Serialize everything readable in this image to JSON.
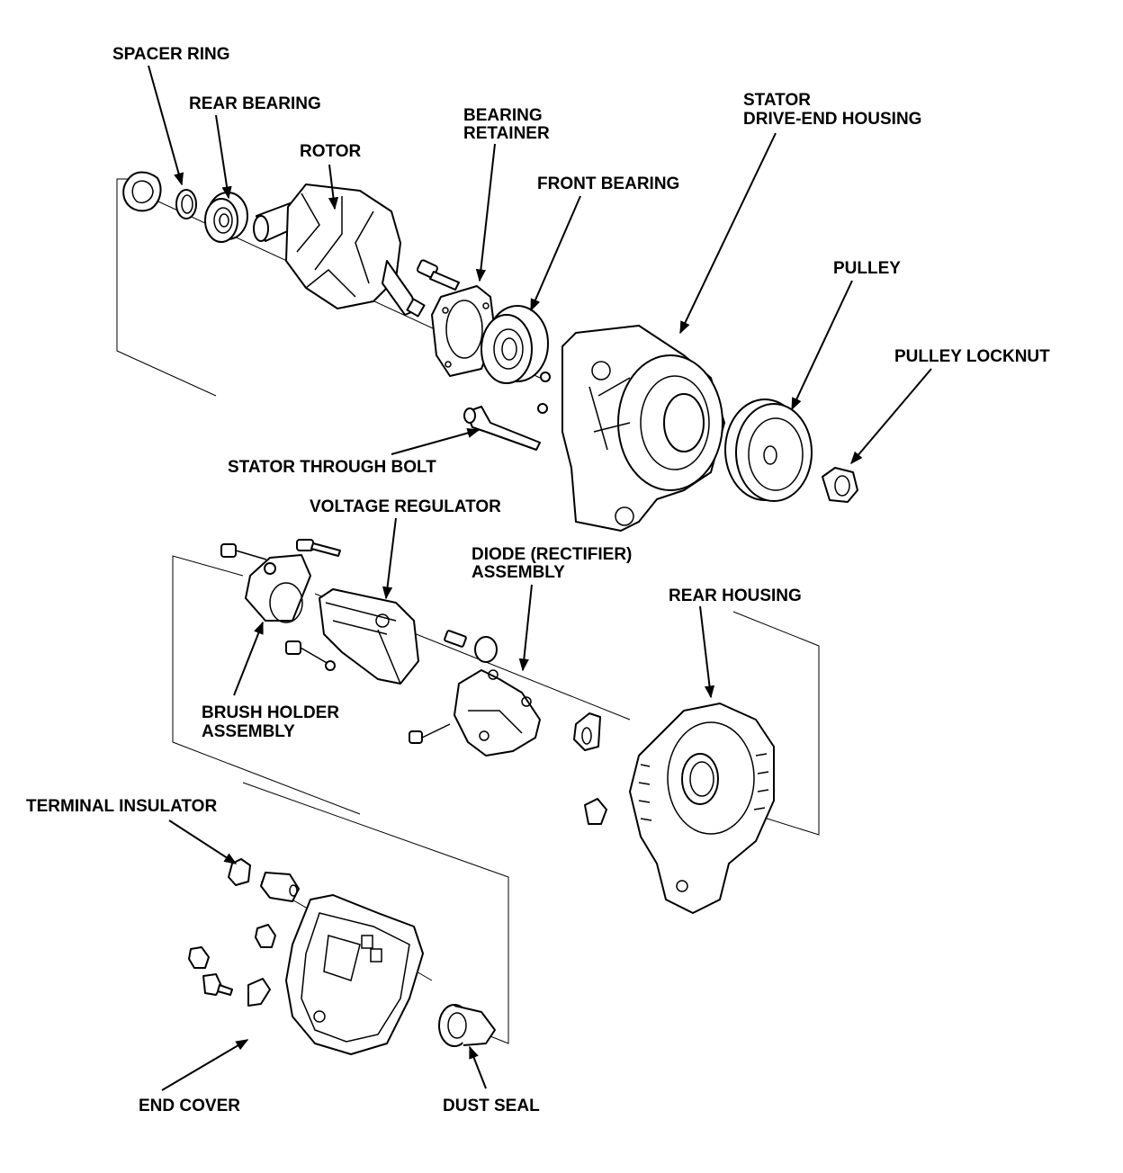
{
  "diagram": {
    "title": "Alternator exploded view",
    "labels": {
      "spacer_ring": [
        "SPACER RING"
      ],
      "rear_bearing": [
        "REAR BEARING"
      ],
      "rotor": [
        "ROTOR"
      ],
      "bearing_retainer": [
        "BEARING",
        "RETAINER"
      ],
      "front_bearing": [
        "FRONT BEARING"
      ],
      "stator_housing": [
        "STATOR",
        "DRIVE-END HOUSING"
      ],
      "pulley": [
        "PULLEY"
      ],
      "pulley_locknut": [
        "PULLEY LOCKNUT"
      ],
      "stator_through_bolt": [
        "STATOR THROUGH BOLT"
      ],
      "voltage_regulator": [
        "VOLTAGE REGULATOR"
      ],
      "diode_assembly": [
        "DIODE (RECTIFIER)",
        "ASSEMBLY"
      ],
      "rear_housing": [
        "REAR HOUSING"
      ],
      "brush_holder": [
        "BRUSH HOLDER",
        "ASSEMBLY"
      ],
      "terminal_insulator": [
        "TERMINAL INSULATOR"
      ],
      "end_cover": [
        "END COVER"
      ],
      "dust_seal": [
        "DUST SEAL"
      ]
    }
  }
}
